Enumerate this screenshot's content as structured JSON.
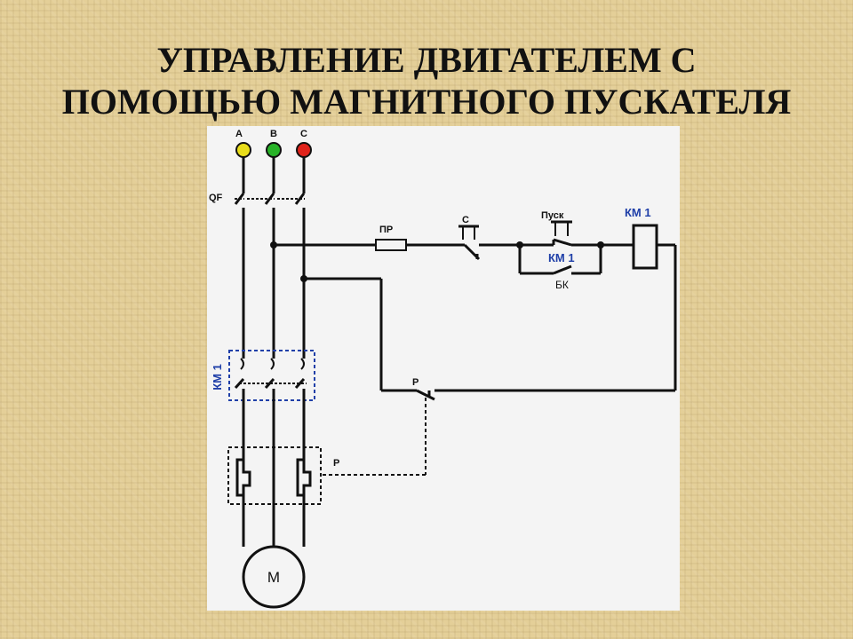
{
  "slide": {
    "title_line1": "УПРАВЛЕНИЕ ДВИГАТЕЛЕМ С",
    "title_line2": "ПОМОЩЬЮ МАГНИТНОГО ПУСКАТЕЛЯ"
  },
  "diagram": {
    "phases": [
      {
        "label": "A",
        "color": "#e8dd1a"
      },
      {
        "label": "B",
        "color": "#27b327"
      },
      {
        "label": "C",
        "color": "#e0221a"
      }
    ],
    "labels": {
      "breaker": "QF",
      "fuse": "ПР",
      "stop_button": "С",
      "start_button": "Пуск",
      "coil": "КМ 1",
      "aux_contact": "КМ 1",
      "aux_contact_sub": "БК",
      "main_contacts": "КМ 1",
      "relay_contact": "Р",
      "thermal_relay": "Р",
      "motor": "М"
    },
    "accent_color": "#1f3fa8"
  }
}
